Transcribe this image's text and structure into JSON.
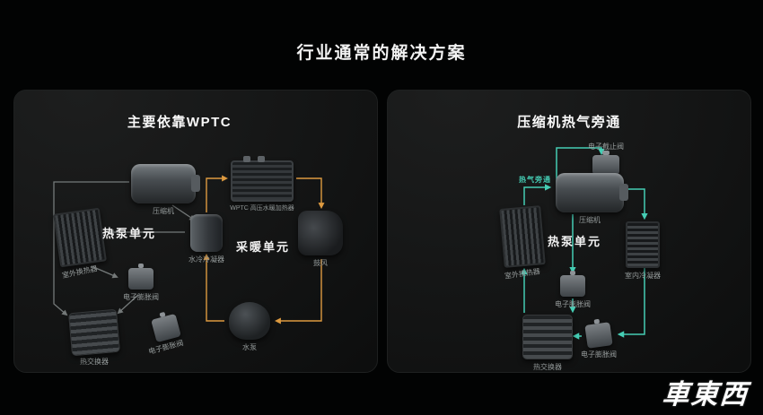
{
  "slide": {
    "title": "行业通常的解决方案"
  },
  "left_panel": {
    "title": "主要依靠WPTC",
    "pump_unit_label": "热泵单元",
    "heating_unit_label": "采暖单元",
    "components": [
      {
        "label": "压缩机"
      },
      {
        "label": "WPTC 高压水暖加热器"
      },
      {
        "label": "室外换热器"
      },
      {
        "label": "水冷冷凝器"
      },
      {
        "label": "鼓风"
      },
      {
        "label": "电子膨胀阀"
      },
      {
        "label": "水泵"
      },
      {
        "label": "热交换器"
      },
      {
        "label": "电子膨胀阀"
      }
    ]
  },
  "right_panel": {
    "title": "压缩机热气旁通",
    "pump_unit_label": "热泵单元",
    "bypass_label": "热气旁通",
    "components": [
      {
        "label": "电子截止阀"
      },
      {
        "label": "压缩机"
      },
      {
        "label": "室外换热器"
      },
      {
        "label": "室内冷凝器"
      },
      {
        "label": "电子膨胀阀"
      },
      {
        "label": "热交换器"
      },
      {
        "label": "电子膨胀阀"
      }
    ]
  },
  "watermark": "車東西",
  "colors": {
    "heating_loop_orange": "#DD9A40",
    "bypass_loop_teal": "#45CDB4",
    "pump_loop_gray": "#858B8B"
  }
}
